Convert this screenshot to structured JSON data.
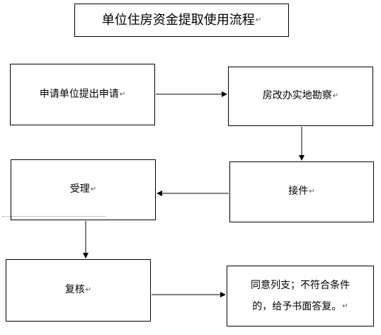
{
  "title": "单位住房资金提取使用流程",
  "para_mark": "↵",
  "nodes": {
    "apply": "申请单位提出申请",
    "survey": "房改办实地勘察",
    "receive": "接件",
    "accept": "受理",
    "review": "复核",
    "result_line1": "同意列支；不符合条件",
    "result_line2": "的，给予书面答复。"
  },
  "colors": {
    "line": "#000000",
    "background": "#ffffff"
  }
}
